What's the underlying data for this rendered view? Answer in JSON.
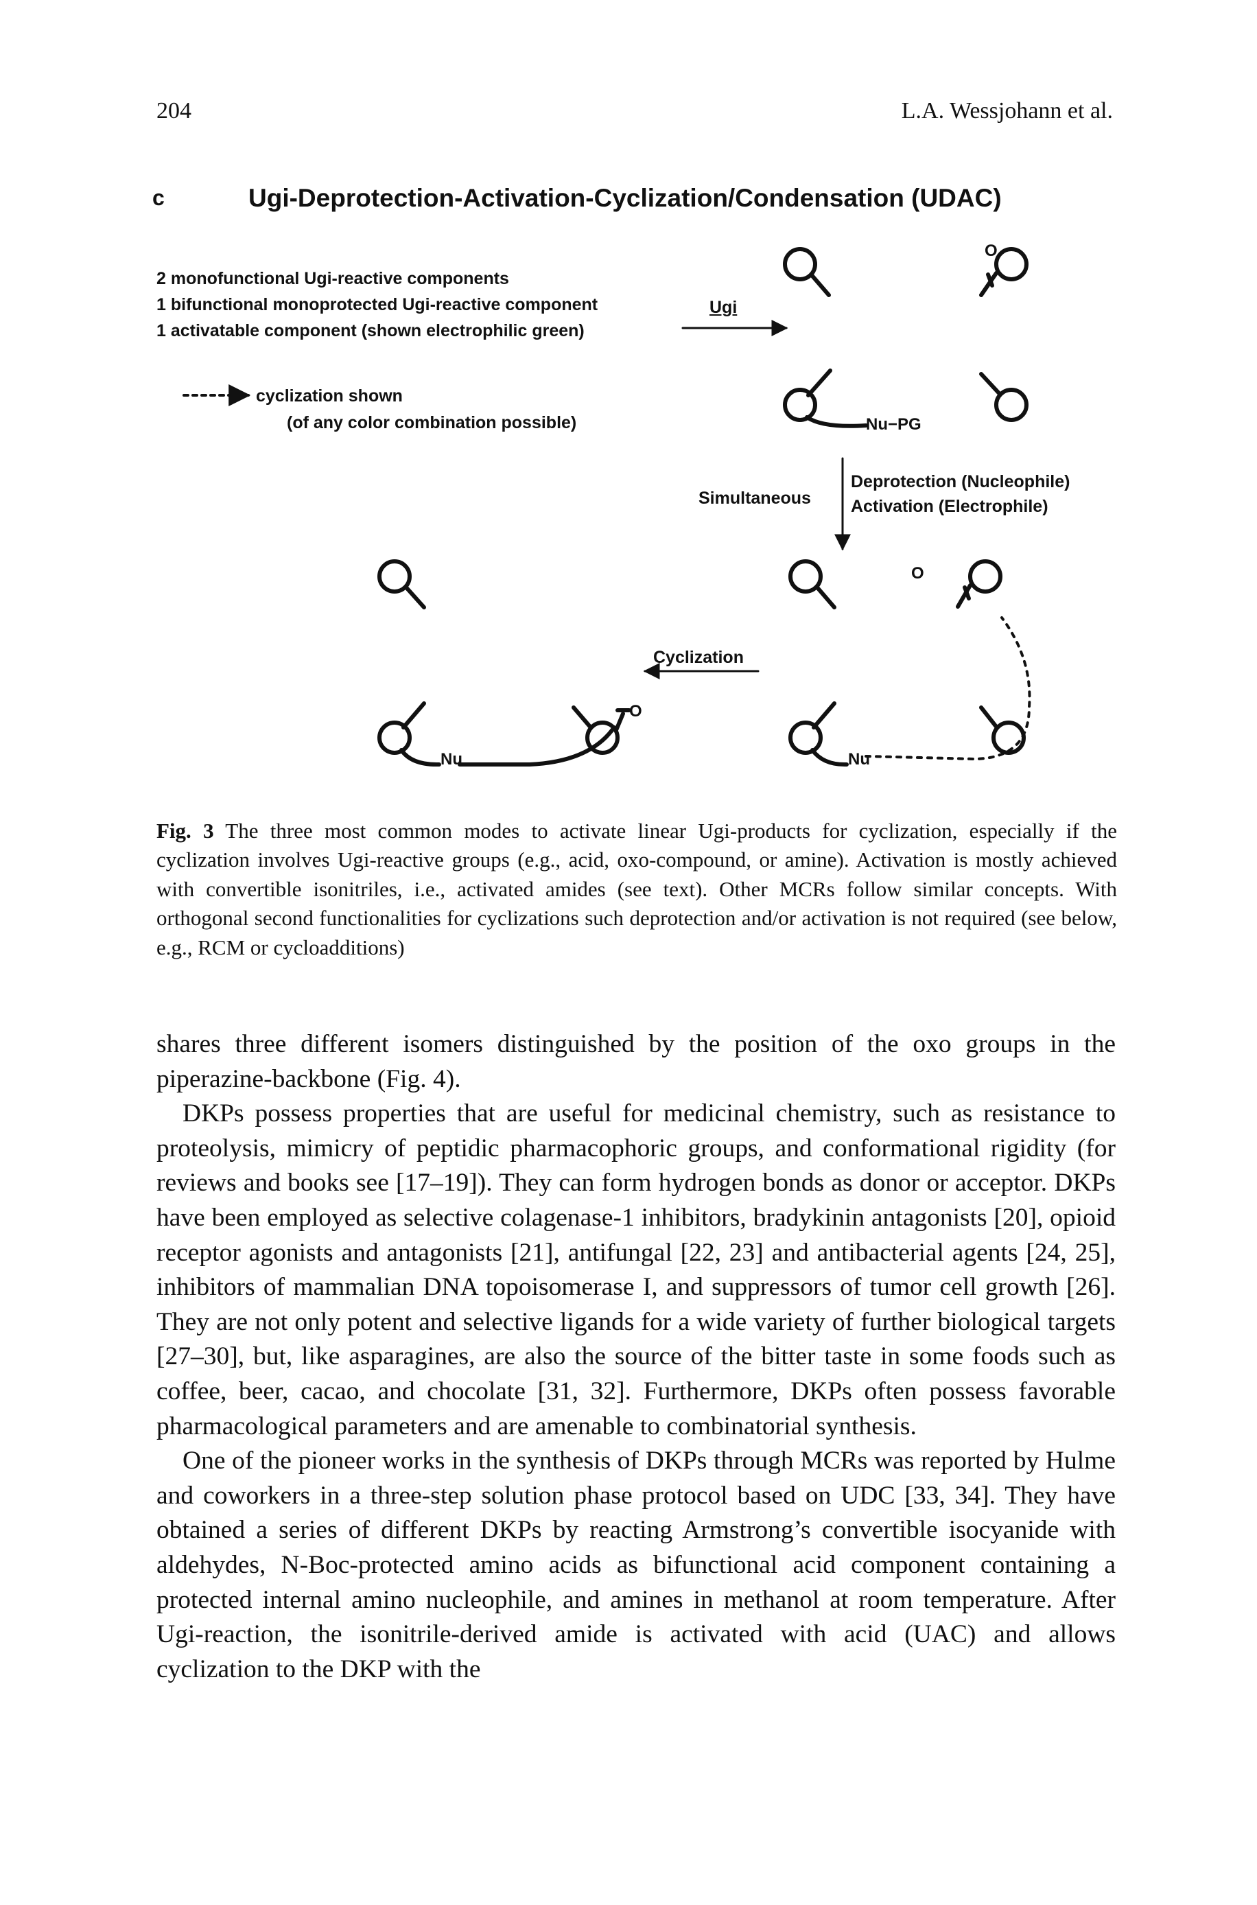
{
  "header": {
    "page_number": "204",
    "running_title": "L.A. Wessjohann et al."
  },
  "figure": {
    "panel_letter": "c",
    "title": "Ugi-Deprotection-Activation-Cyclization/Condensation (UDAC)",
    "conditions": [
      "2 monofunctional Ugi-reactive components",
      "1 bifunctional monoprotected Ugi-reactive component",
      "1 activatable component (shown electrophilic green)"
    ],
    "legend_line1": "cyclization shown",
    "legend_line2": "(of any color combination possible)",
    "ugi_label": "Ugi",
    "nu_pg_label": "Nu−PG",
    "simultaneous_label": "Simultaneous",
    "deprotection_label": "Deprotection (Nucleophile)",
    "activation_label": "Activation (Electrophile)",
    "cyclization_label": "Cyclization",
    "nu_label": "Nu",
    "o_label": "O",
    "caption_label": "Fig. 3",
    "caption_text": "The three most common modes to activate linear Ugi-products for cyclization, especially if the cyclization involves Ugi-reactive groups (e.g., acid, oxo-compound, or amine). Activation is mostly achieved with convertible isonitriles, i.e., activated amides (see text). Other MCRs follow similar concepts. With orthogonal second functionalities for cyclizations such deprotection and/or activation is not required (see below, e.g., RCM or cycloadditions)"
  },
  "body": {
    "paragraphs": [
      "shares three different isomers distinguished by the position of the oxo groups in the piperazine-backbone (Fig. 4).",
      "DKPs possess properties that are useful for medicinal chemistry, such as resistance to proteolysis, mimicry of peptidic pharmacophoric groups, and conformational rigidity (for reviews and books see [17–19]). They can form hydrogen bonds as donor or acceptor. DKPs have been employed as selective colagenase-1 inhibitors, bradykinin antagonists [20], opioid receptor agonists and antagonists [21], antifungal [22, 23] and antibacterial agents [24, 25], inhibitors of mammalian DNA topoisomerase I, and suppressors of tumor cell growth [26]. They are not only potent and selective ligands for a wide variety of further biological targets [27–30], but, like asparagines, are also the source of the bitter taste in some foods such as coffee, beer, cacao, and chocolate [31, 32]. Furthermore, DKPs often possess favorable pharmacological parameters and are amenable to combinatorial synthesis.",
      "One of the pioneer works in the synthesis of DKPs through MCRs was reported by Hulme and coworkers in a three-step solution phase protocol based on UDC [33, 34]. They have obtained a series of different DKPs by reacting Armstrong’s convertible isocyanide with aldehydes, N-Boc-protected amino acids as bifunctional acid component containing a protected internal amino nucleophile, and amines in methanol at room temperature. After Ugi-reaction, the isonitrile-derived amide is activated with acid (UAC) and allows cyclization to the DKP with the"
    ]
  }
}
